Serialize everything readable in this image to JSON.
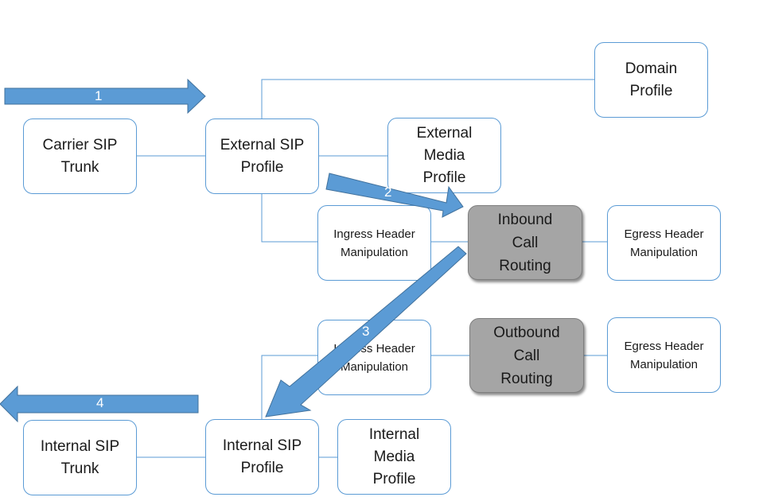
{
  "nodes": {
    "domain_profile": "Domain\nProfile",
    "carrier_sip_trunk": "Carrier SIP\nTrunk",
    "external_sip_profile": "External SIP\nProfile",
    "external_media_profile": "External\nMedia\nProfile",
    "ingress_header_1": "Ingress Header\nManipulation",
    "inbound_call_routing": "Inbound\nCall\nRouting",
    "egress_header_1": "Egress Header\nManipulation",
    "ingress_header_2": "Ingress Header\nManipulation",
    "outbound_call_routing": "Outbound\nCall\nRouting",
    "egress_header_2": "Egress Header\nManipulation",
    "internal_sip_trunk": "Internal SIP\nTrunk",
    "internal_sip_profile": "Internal SIP\nProfile",
    "internal_media_profile": "Internal\nMedia\nProfile"
  },
  "steps": [
    "1",
    "2",
    "3",
    "4"
  ],
  "colors": {
    "box_border": "#5b9bd5",
    "connector": "#5b9bd5",
    "arrow_fill": "#5b9bd5",
    "routing_fill": "#a5a5a5"
  }
}
